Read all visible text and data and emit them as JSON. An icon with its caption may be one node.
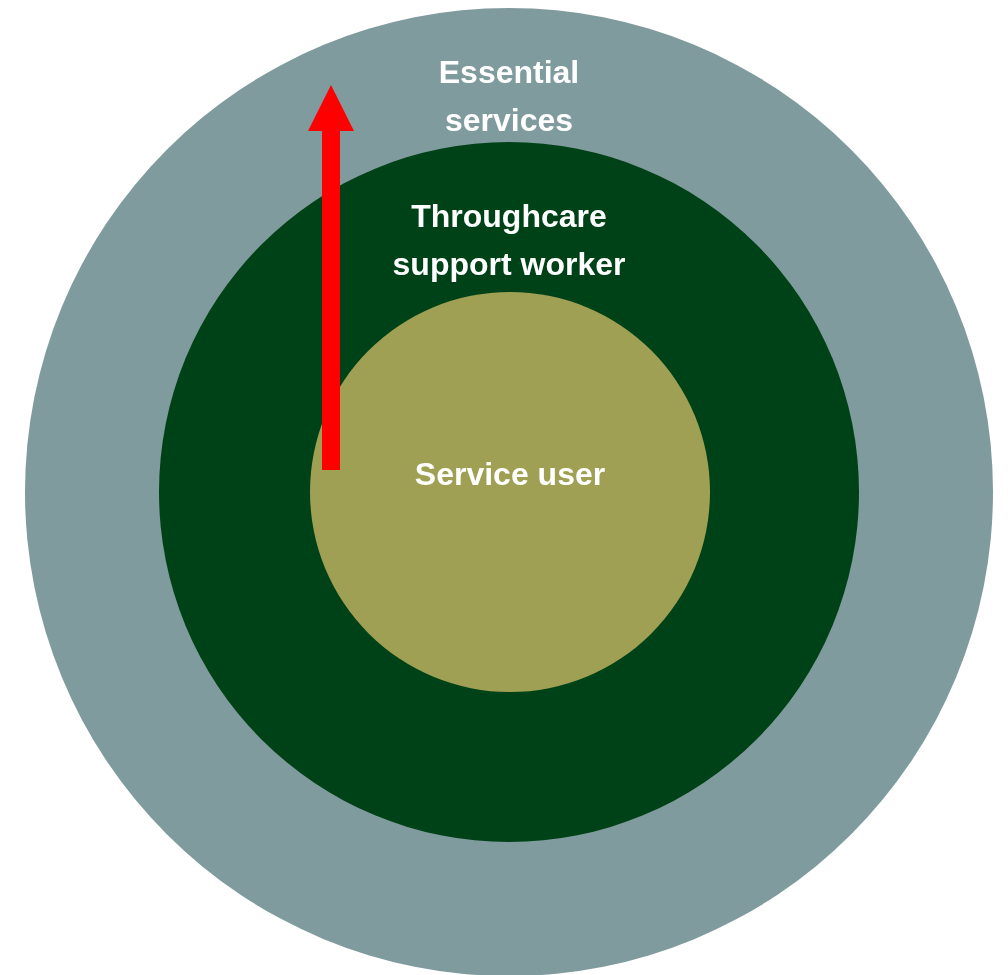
{
  "diagram": {
    "nodes": [
      {
        "text": [
          "Essential services"
        ]
      },
      {
        "text": [
          "Throughcare support worker"
        ],
        "in": 0
      },
      {
        "text": [
          "Service user"
        ],
        "in": 1
      }
    ],
    "edges": [
      {
        "from": 2,
        "to": 0,
        "arrow": "to",
        "color": "#ff0000"
      }
    ]
  }
}
